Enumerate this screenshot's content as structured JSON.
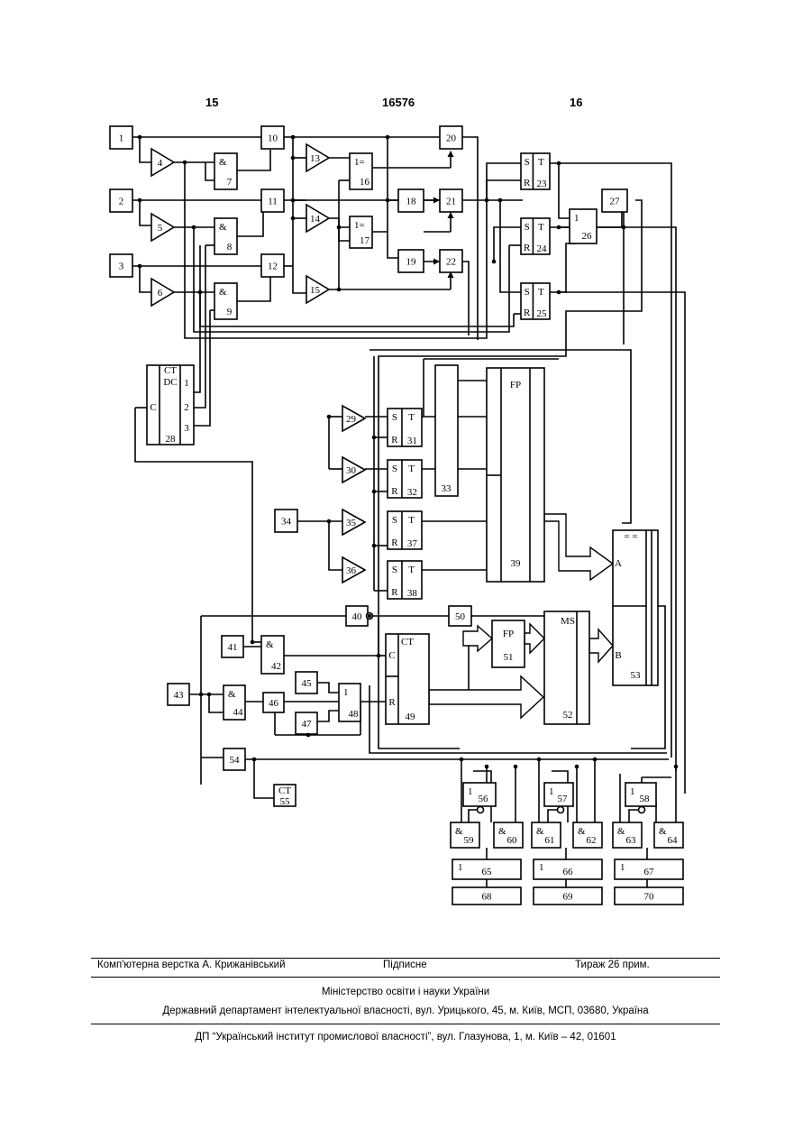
{
  "header": {
    "left_page": "15",
    "patent_number": "16576",
    "right_page": "16"
  },
  "diagram": {
    "blocks": [
      {
        "id": "1",
        "label": "1"
      },
      {
        "id": "2",
        "label": "2"
      },
      {
        "id": "3",
        "label": "3"
      },
      {
        "id": "4",
        "label": "4"
      },
      {
        "id": "5",
        "label": "5"
      },
      {
        "id": "6",
        "label": "6"
      },
      {
        "id": "7",
        "symbol": "&",
        "label": "7"
      },
      {
        "id": "8",
        "symbol": "&",
        "label": "8"
      },
      {
        "id": "9",
        "symbol": "&",
        "label": "9"
      },
      {
        "id": "10",
        "label": "10"
      },
      {
        "id": "11",
        "label": "11"
      },
      {
        "id": "12",
        "label": "12"
      },
      {
        "id": "13",
        "label": "13"
      },
      {
        "id": "14",
        "label": "14"
      },
      {
        "id": "15",
        "label": "15"
      },
      {
        "id": "16",
        "symbol": "1=",
        "label": "16"
      },
      {
        "id": "17",
        "symbol": "1=",
        "label": "17"
      },
      {
        "id": "18",
        "label": "18"
      },
      {
        "id": "19",
        "label": "19"
      },
      {
        "id": "20",
        "label": "20"
      },
      {
        "id": "21",
        "label": "21"
      },
      {
        "id": "22",
        "label": "22"
      },
      {
        "id": "23",
        "s": "S",
        "r": "R",
        "t": "T",
        "label": "23"
      },
      {
        "id": "24",
        "s": "S",
        "r": "R",
        "t": "T",
        "label": "24"
      },
      {
        "id": "25",
        "s": "S",
        "r": "R",
        "t": "T",
        "label": "25"
      },
      {
        "id": "26",
        "symbol": "1",
        "label": "26"
      },
      {
        "id": "27",
        "label": "27"
      },
      {
        "id": "28",
        "title1": "CT",
        "title2": "DC",
        "c": "C",
        "o1": "1",
        "o2": "2",
        "o3": "3",
        "label": "28"
      },
      {
        "id": "29",
        "label": "29"
      },
      {
        "id": "30",
        "label": "30"
      },
      {
        "id": "31",
        "s": "S",
        "r": "R",
        "t": "T",
        "label": "31"
      },
      {
        "id": "32",
        "s": "S",
        "r": "R",
        "t": "T",
        "label": "32"
      },
      {
        "id": "33",
        "label": "33"
      },
      {
        "id": "34",
        "label": "34"
      },
      {
        "id": "35",
        "label": "35"
      },
      {
        "id": "36",
        "label": "36"
      },
      {
        "id": "37",
        "s": "S",
        "r": "R",
        "t": "T",
        "label": "37"
      },
      {
        "id": "38",
        "s": "S",
        "r": "R",
        "t": "T",
        "label": "38"
      },
      {
        "id": "39",
        "title": "FP",
        "label": "39"
      },
      {
        "id": "40",
        "label": "40"
      },
      {
        "id": "41",
        "label": "41"
      },
      {
        "id": "42",
        "symbol": "&",
        "label": "42"
      },
      {
        "id": "43",
        "label": "43"
      },
      {
        "id": "44",
        "symbol": "&",
        "label": "44"
      },
      {
        "id": "45",
        "label": "45"
      },
      {
        "id": "46",
        "label": "46"
      },
      {
        "id": "47",
        "label": "47"
      },
      {
        "id": "48",
        "symbol": "1",
        "label": "48"
      },
      {
        "id": "49",
        "title": "CT",
        "c": "C",
        "r": "R",
        "label": "49"
      },
      {
        "id": "50",
        "label": "50"
      },
      {
        "id": "51",
        "title": "FP",
        "label": "51"
      },
      {
        "id": "52",
        "title": "MS",
        "label": "52"
      },
      {
        "id": "53",
        "title": "= =",
        "a": "A",
        "b": "B",
        "label": "53"
      },
      {
        "id": "54",
        "label": "54"
      },
      {
        "id": "55",
        "title": "CT",
        "label": "55"
      },
      {
        "id": "56",
        "symbol": "1",
        "label": "56"
      },
      {
        "id": "57",
        "symbol": "1",
        "label": "57"
      },
      {
        "id": "58",
        "symbol": "1",
        "label": "58"
      },
      {
        "id": "59",
        "symbol": "&",
        "label": "59"
      },
      {
        "id": "60",
        "symbol": "&",
        "label": "60"
      },
      {
        "id": "61",
        "symbol": "&",
        "label": "61"
      },
      {
        "id": "62",
        "symbol": "&",
        "label": "62"
      },
      {
        "id": "63",
        "symbol": "&",
        "label": "63"
      },
      {
        "id": "64",
        "symbol": "&",
        "label": "64"
      },
      {
        "id": "65",
        "symbol": "1",
        "label": "65"
      },
      {
        "id": "66",
        "symbol": "1",
        "label": "66"
      },
      {
        "id": "67",
        "symbol": "1",
        "label": "67"
      },
      {
        "id": "68",
        "label": "68"
      },
      {
        "id": "69",
        "label": "69"
      },
      {
        "id": "70",
        "label": "70"
      }
    ]
  },
  "footer": {
    "layout_credit": "Комп'ютерна верстка А. Крижанівський",
    "signed": "Підписне",
    "circulation": "Тираж 26 прим.",
    "ministry": "Міністерство освіти і науки України",
    "department": "Державний департамент інтелектуальної власності, вул. Урицького, 45, м. Київ, МСП, 03680, Україна",
    "institute": "ДП “Український інститут промислової власності”, вул. Глазунова, 1, м. Київ – 42, 01601"
  }
}
